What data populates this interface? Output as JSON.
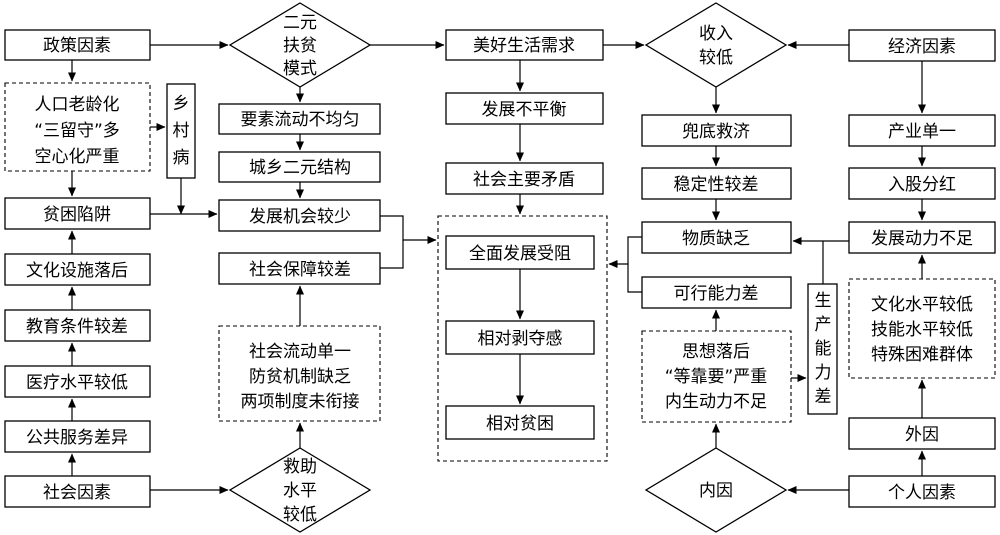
{
  "nodes": {
    "policy": "政策因素",
    "dual": [
      "二元",
      "扶贫",
      "模式"
    ],
    "needs": "美好生活需求",
    "lowincome": [
      "收入",
      "较低"
    ],
    "economic": "经济因素",
    "rural_issues": [
      "人口老龄化",
      "“三留守”多",
      "空心化严重"
    ],
    "rural_disease": [
      "乡",
      "村",
      "病"
    ],
    "factors_flow": "要素流动不均匀",
    "urban_rural": "城乡二元结构",
    "unbalanced": "发展不平衡",
    "main_conflict": "社会主要矛盾",
    "bottom_aid": "兜底救济",
    "industry": "产业单一",
    "poverty_trap": "贫困陷阱",
    "few_opportunity": "发展机会较少",
    "stability": "稳定性较差",
    "share_dividend": "入股分红",
    "culture_facility": "文化设施落后",
    "social_security": "社会保障较差",
    "hindered": "全面发展受阻",
    "material": "物质缺乏",
    "no_momentum": "发展动力不足",
    "education": "教育条件较差",
    "feasibility": "可行能力差",
    "production": [
      "生",
      "产",
      "能",
      "力",
      "差"
    ],
    "skills": [
      "文化水平较低",
      "技能水平较低",
      "特殊困难群体"
    ],
    "medical": "医疗水平较低",
    "social_mobility": [
      "社会流动单一",
      "防贫机制缺乏",
      "两项制度未衔接"
    ],
    "deprivation": "相对剥夺感",
    "mindset": [
      "思想落后",
      "“等靠要”严重",
      "内生动力不足"
    ],
    "public_service": "公共服务差异",
    "relative_poverty": "相对贫困",
    "external": "外因",
    "social": "社会因素",
    "aid_level": [
      "救助",
      "水平",
      "较低"
    ],
    "internal": "内因",
    "personal": "个人因素"
  }
}
